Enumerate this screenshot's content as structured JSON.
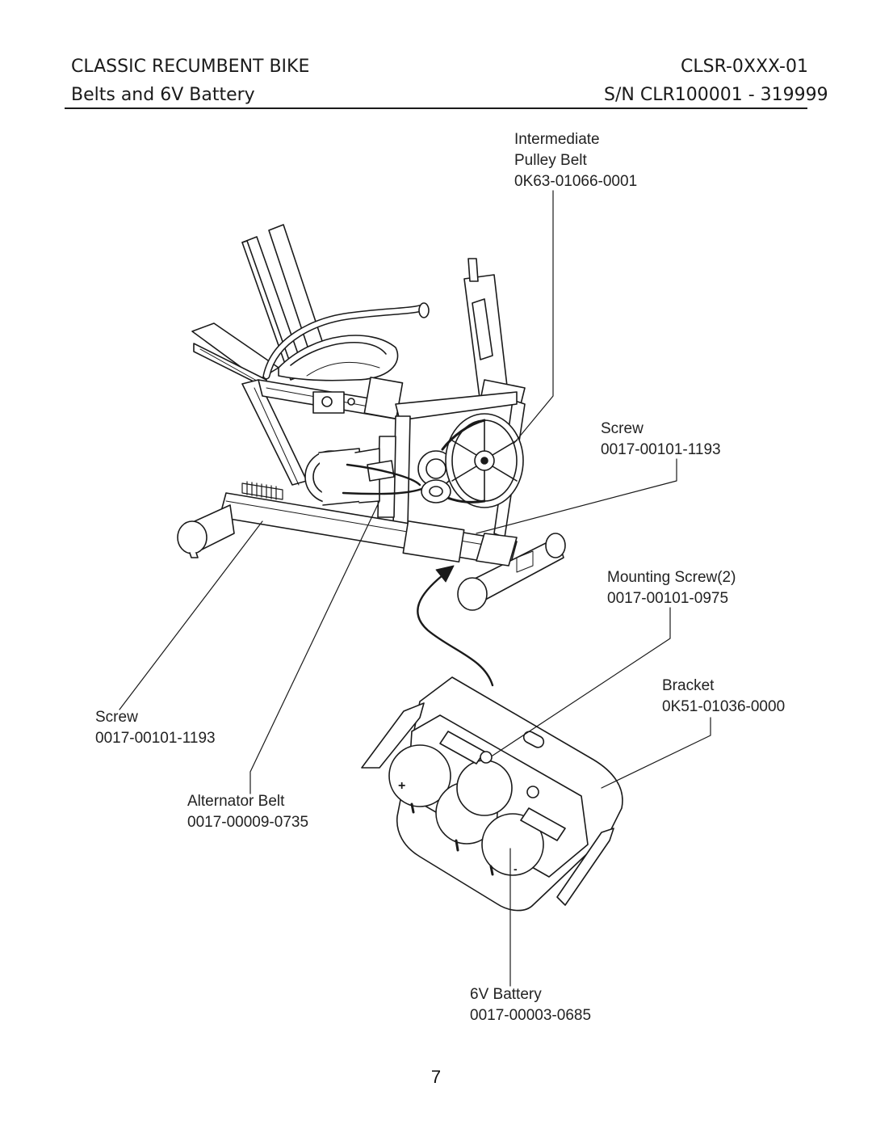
{
  "header": {
    "product_title": "CLASSIC RECUMBENT BIKE",
    "section_title": "Belts and 6V Battery",
    "model_number": "CLSR-0XXX-01",
    "serial_range": "S/N CLR100001 - 319999"
  },
  "callouts": [
    {
      "id": "intermediate-pulley-belt",
      "name_lines": [
        "Intermediate",
        "Pulley Belt"
      ],
      "part_number": "0K63-01066-0001"
    },
    {
      "id": "screw-right",
      "name_lines": [
        "Screw"
      ],
      "part_number": "0017-00101-1193"
    },
    {
      "id": "mounting-screw",
      "name_lines": [
        "Mounting Screw(2)"
      ],
      "part_number": "0017-00101-0975"
    },
    {
      "id": "bracket",
      "name_lines": [
        "Bracket"
      ],
      "part_number": "0K51-01036-0000"
    },
    {
      "id": "screw-left",
      "name_lines": [
        "Screw"
      ],
      "part_number": "0017-00101-1193"
    },
    {
      "id": "alternator-belt",
      "name_lines": [
        "Alternator Belt"
      ],
      "part_number": "0017-00009-0735"
    },
    {
      "id": "battery",
      "name_lines": [
        "6V Battery"
      ],
      "part_number": "0017-00003-0685"
    }
  ],
  "battery_terminals": {
    "positive": "+",
    "negative": "-"
  },
  "page_number": "7",
  "colors": {
    "line": "#1a1a1a",
    "fill": "#ffffff",
    "shade": "#cfcfcf"
  }
}
